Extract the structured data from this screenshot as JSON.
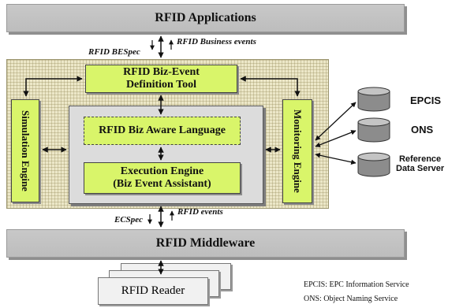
{
  "top_bar": {
    "label": "RFID Applications"
  },
  "bottom_bar": {
    "label": "RFID Middleware"
  },
  "tool_box": {
    "line1": "RFID Biz-Event",
    "line2": "Definition Tool"
  },
  "sim_engine": {
    "label": "Simulation Engine"
  },
  "mon_engine": {
    "label": "Monitoring Engine"
  },
  "language_box": {
    "label": "RFID Biz Aware Language"
  },
  "execution_box": {
    "line1": "Execution Engine",
    "line2": "(Biz Event Assistant)"
  },
  "labels": {
    "bespec": "RFID BESpec",
    "business_events": "RFID Business events",
    "ecspec": "ECSpec",
    "rfid_events": "RFID events"
  },
  "stores": [
    {
      "label": "EPCIS"
    },
    {
      "label": "ONS"
    },
    {
      "label_line1": "Reference",
      "label_line2": "Data Server"
    }
  ],
  "reader": {
    "label": "RFID Reader"
  },
  "legend": {
    "line1": "EPCIS: EPC Information Service",
    "line2": "ONS: Object Naming Service"
  }
}
